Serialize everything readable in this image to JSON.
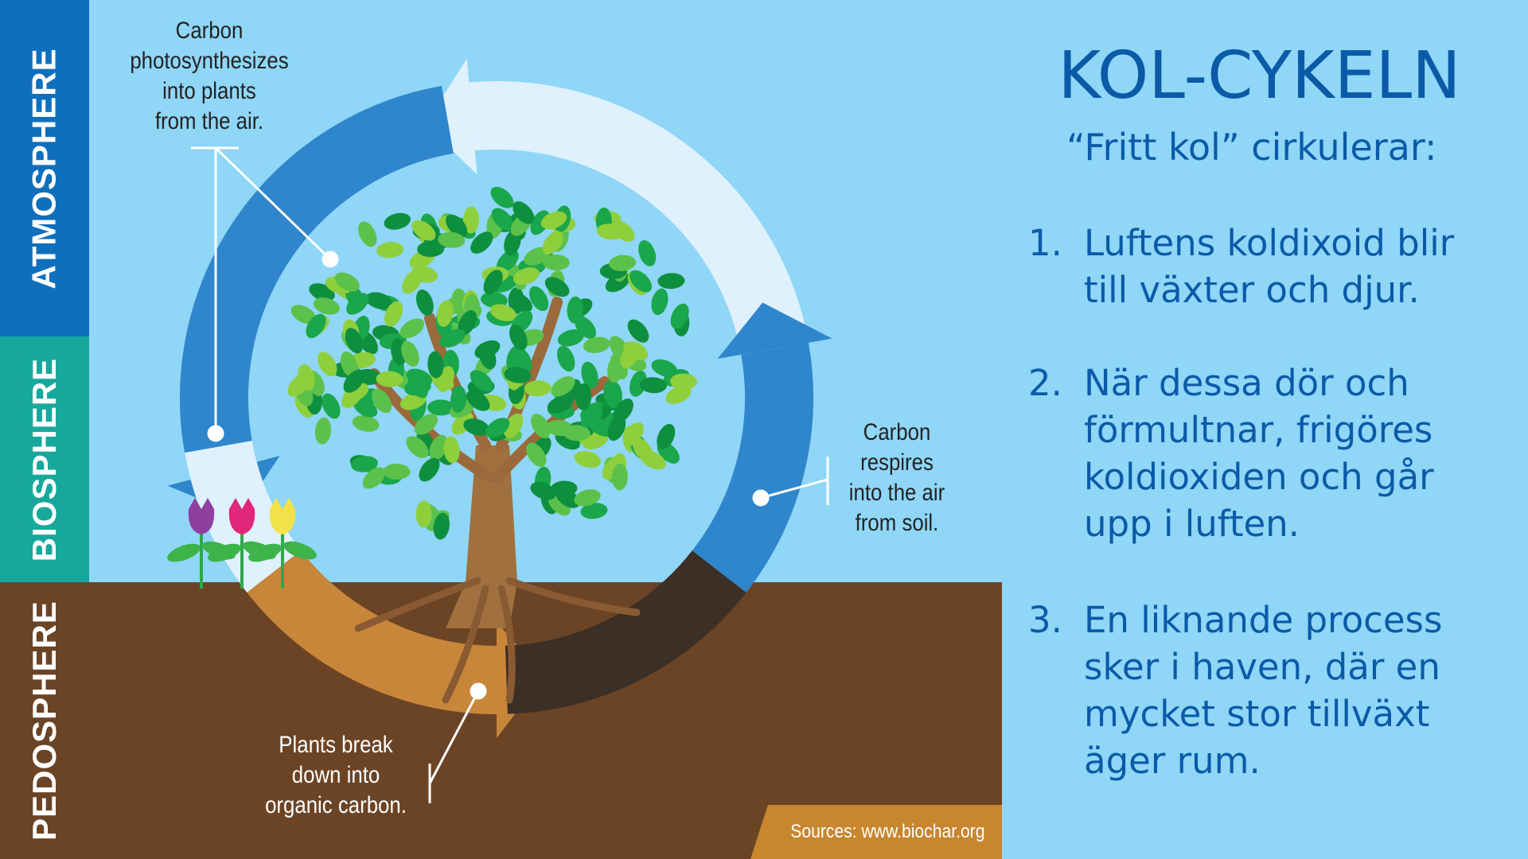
{
  "bands": [
    {
      "label": "ATMOSPHERE",
      "color": "#0f6fbc"
    },
    {
      "label": "BIOSPHERE",
      "color": "#17a89c"
    },
    {
      "label": "PEDOSPHERE",
      "color": "#6b4426"
    }
  ],
  "diagram": {
    "callout_photosynthesis": [
      "Carbon",
      "photosynthesizes",
      "into plants",
      "from the air."
    ],
    "callout_respiration": [
      "Carbon",
      "respires",
      "into the air",
      "from soil."
    ],
    "callout_decomposition": [
      "Plants break",
      "down into",
      "organic carbon."
    ],
    "source": "Sources: www.biochar.org",
    "colors": {
      "sky": "#8fd6f7",
      "ground": "#6b4426",
      "arrow_blue": "#2f86cc",
      "arrow_light": "#dff1fd",
      "arrow_orange": "#c8863a",
      "arrow_dark": "#3b2f26"
    }
  },
  "text_panel": {
    "title": "KOL-CYKELN",
    "subtitle": "“Fritt kol” cirkulerar:",
    "items": [
      {
        "number": "1.",
        "lines": [
          "Luftens koldixoid blir",
          "till växter och djur."
        ]
      },
      {
        "number": "2.",
        "lines": [
          "När dessa dör och",
          "förmultnar, frigöres",
          "koldioxiden och går",
          "upp i luften."
        ]
      },
      {
        "number": "3.",
        "lines": [
          "En liknande process",
          "sker i haven, där en",
          "mycket stor tillväxt",
          "äger rum."
        ]
      }
    ],
    "text_color": "#0b5aa8"
  }
}
